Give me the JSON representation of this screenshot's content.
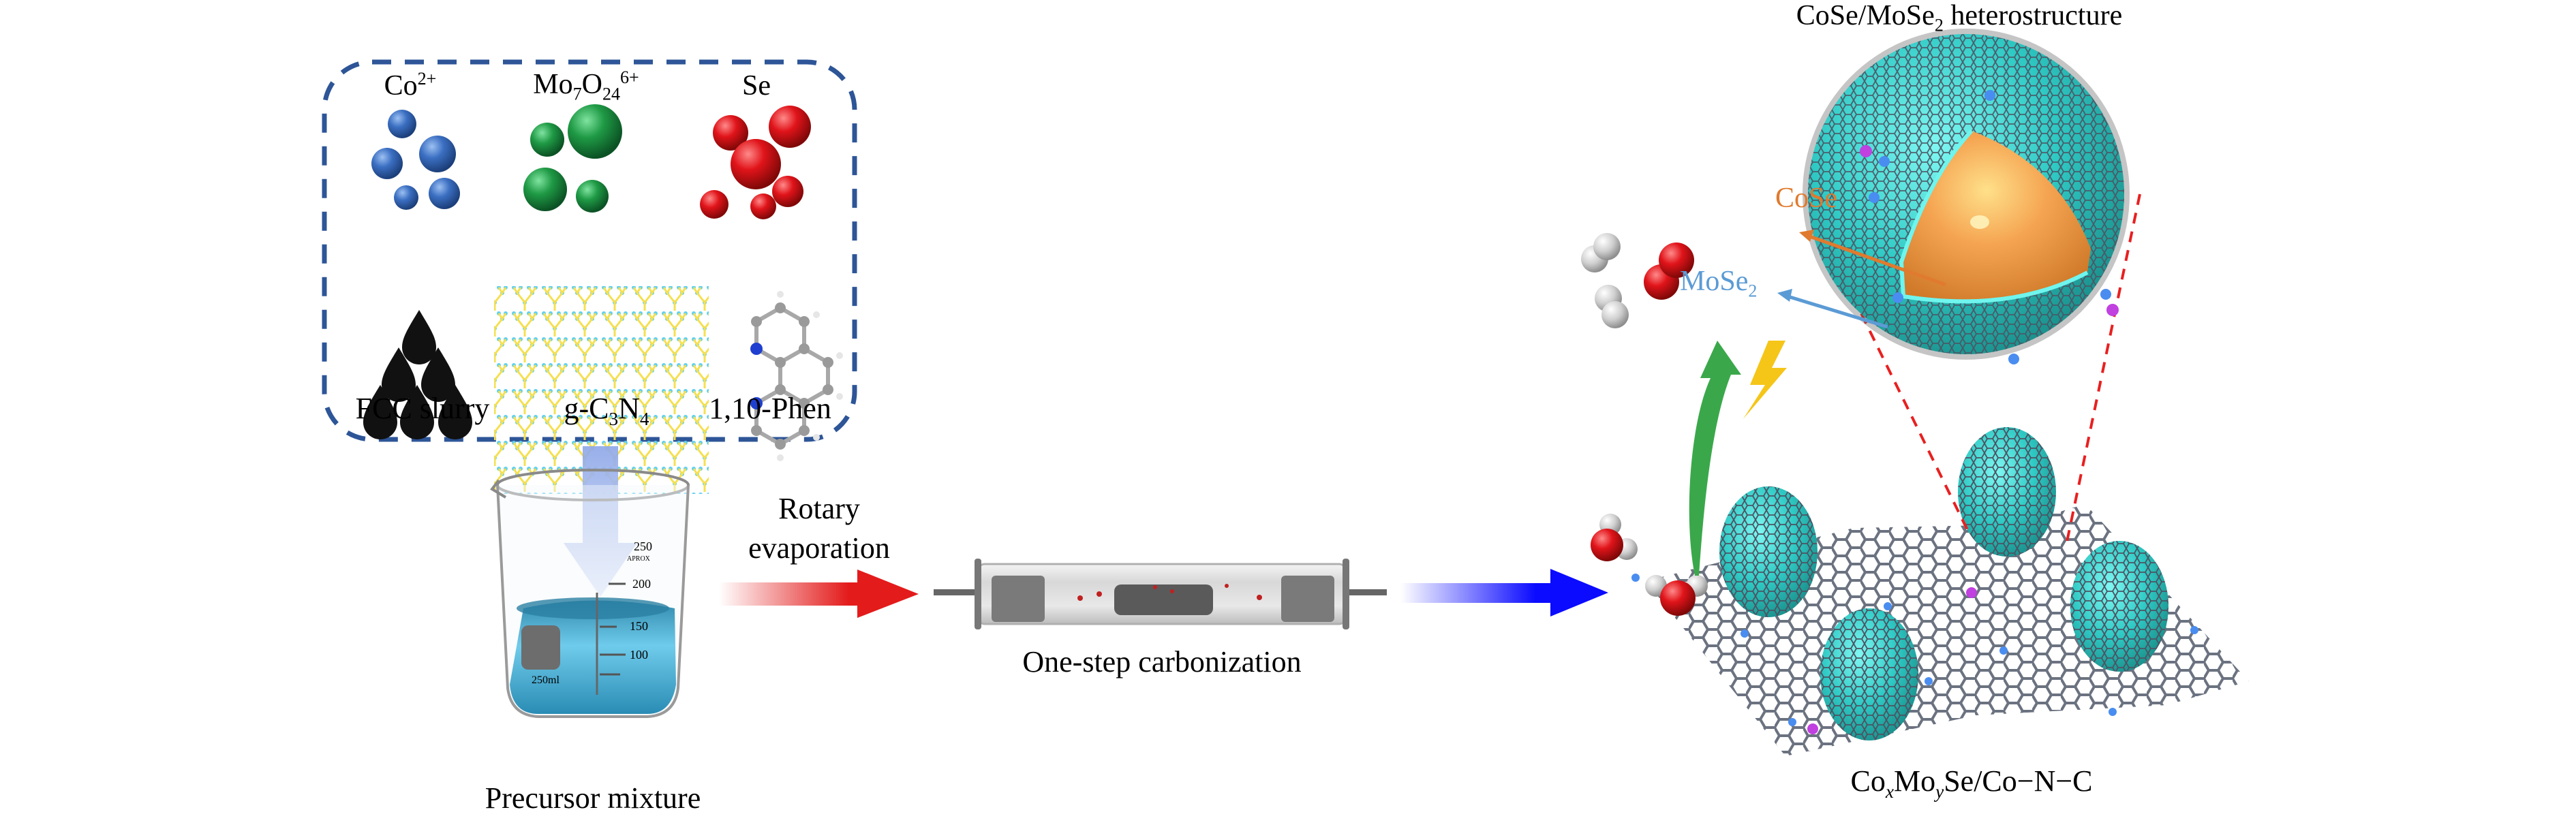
{
  "figure": {
    "title": "Synthesis schematic of CoxMoySe/Co-N-C",
    "precursor_box": {
      "items": [
        {
          "id": "co",
          "label_main": "Co",
          "label_sup": "2+",
          "color": "#3b6fc2",
          "kind": "spheres"
        },
        {
          "id": "mo",
          "label_main": "Mo",
          "label_sub1": "7",
          "label_mid": "O",
          "label_sub2": "24",
          "label_sup": "6+",
          "color": "#1f9a45",
          "kind": "spheres"
        },
        {
          "id": "se",
          "label_main": "Se",
          "color": "#e0141a",
          "kind": "spheres"
        },
        {
          "id": "fcc",
          "label_main": "FCC slurry",
          "color": "#111111",
          "kind": "droplets"
        },
        {
          "id": "gcn",
          "label_pre": "g-C",
          "label_sub1": "3",
          "label_mid": "N",
          "label_sub2": "4",
          "colors": [
            "#f5e050",
            "#5fd0f0"
          ],
          "kind": "lattice"
        },
        {
          "id": "phen",
          "label_main": "1,10-Phen",
          "kind": "molecule",
          "atom_colors": {
            "C": "#9a9a9a",
            "N": "#1f3fd0",
            "H": "#e6e6e6"
          }
        }
      ],
      "border_color": "#2d5597"
    },
    "beaker": {
      "label": "Precursor mixture",
      "marks": [
        "250",
        "APROX",
        "200",
        "150",
        "100",
        "250ml"
      ],
      "liquid_color": "#4ab3d8"
    },
    "step1": {
      "line1": "Rotary",
      "line2": "evaporation",
      "arrow_color": "#e31b1b"
    },
    "tube": {
      "label": "One-step carbonization"
    },
    "step2": {
      "arrow_color": "#0b0bff"
    },
    "product": {
      "label_pre": "Co",
      "label_x": "x",
      "label_mid": "Mo",
      "label_y": "y",
      "label_post": "Se/Co−N−C",
      "sphere_color": "#34d4d0",
      "sheet_color": "#6b7280",
      "dopant_colors": {
        "N": "#4a8df0",
        "Co": "#c040e0"
      }
    },
    "heterostructure": {
      "title_pre": "CoSe/MoSe",
      "title_sub": "2",
      "title_post": " heterostructure",
      "core_label": "CoSe",
      "core_color": "#f0a050",
      "core_label_color": "#e07a2e",
      "shell_label": "MoSe",
      "shell_label_sub": "2",
      "shell_color": "#3bd9d0",
      "shell_label_color": "#5b9bd5",
      "zoom_line_color": "#e82020"
    },
    "reaction": {
      "arrow_color": "#3aa84a",
      "bolt_color": "#f5c518",
      "molecules": [
        "H2",
        "H2",
        "O2",
        "H2O",
        "H2O"
      ],
      "atom_colors": {
        "H": "#cfcfcf",
        "O": "#e01818"
      }
    }
  }
}
